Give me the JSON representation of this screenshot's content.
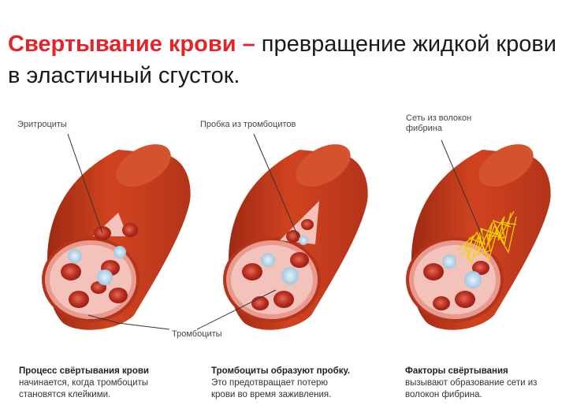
{
  "title": {
    "accent": "Свертывание крови –",
    "rest": " превращение жидкой крови в эластичный сгусток."
  },
  "labels": {
    "erythrocytes": "Эритроциты",
    "platelet_plug": "Пробка из тромбоцитов",
    "fibrin_net": "Сеть из волокон\nфибрина",
    "platelets": "Тромбоциты"
  },
  "captions": [
    {
      "head": "Процесс свёртывания крови",
      "body": "начинается, когда тромбоциты\nстановятся клейкими."
    },
    {
      "head": "Тромбоциты образуют пробку.",
      "body": "Это предотвращает потерю\nкрови во время заживления."
    },
    {
      "head": "Факторы свёртывания",
      "body": "вызывают образование сети из\nволокон фибрина."
    }
  ],
  "colors": {
    "vessel": "#c8391d",
    "vessel_dark": "#a52a12",
    "lumen": "#f1b9b0",
    "rbc": "#b32a1c",
    "platelet": "#9ccbe4",
    "fibrin": "#f2d400"
  }
}
